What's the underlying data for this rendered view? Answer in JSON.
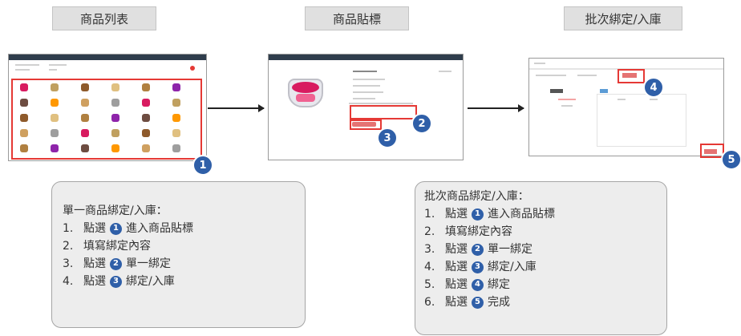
{
  "headers": [
    "商品列表",
    "商品貼標",
    "批次綁定/入庫"
  ],
  "badges": [
    "1",
    "2",
    "3",
    "4",
    "5"
  ],
  "colors": {
    "badge": "#2f5fa8",
    "highlight": "#e53935",
    "panel": "#ededed",
    "header": "#e0e0e0"
  },
  "left_panel": {
    "title": "單一商品綁定/入庫：",
    "steps": [
      {
        "num": "1.",
        "pre": "點選",
        "badge": "1",
        "post": "進入商品貼標"
      },
      {
        "num": "2.",
        "pre": "填寫綁定內容",
        "badge": "",
        "post": ""
      },
      {
        "num": "3.",
        "pre": "點選",
        "badge": "2",
        "post": "單一綁定"
      },
      {
        "num": "4.",
        "pre": "點選",
        "badge": "3",
        "post": "綁定/入庫"
      }
    ]
  },
  "right_panel": {
    "title": "批次商品綁定/入庫：",
    "steps": [
      {
        "num": "1.",
        "pre": "點選",
        "badge": "1",
        "post": "進入商品貼標"
      },
      {
        "num": "2.",
        "pre": "填寫綁定內容",
        "badge": "",
        "post": ""
      },
      {
        "num": "3.",
        "pre": "點選",
        "badge": "2",
        "post": "單一綁定"
      },
      {
        "num": "4.",
        "pre": "點選",
        "badge": "3",
        "post": "綁定/入庫"
      },
      {
        "num": "5.",
        "pre": "點選",
        "badge": "4",
        "post": "綁定"
      },
      {
        "num": "6.",
        "pre": "點選",
        "badge": "5",
        "post": "完成"
      }
    ]
  }
}
